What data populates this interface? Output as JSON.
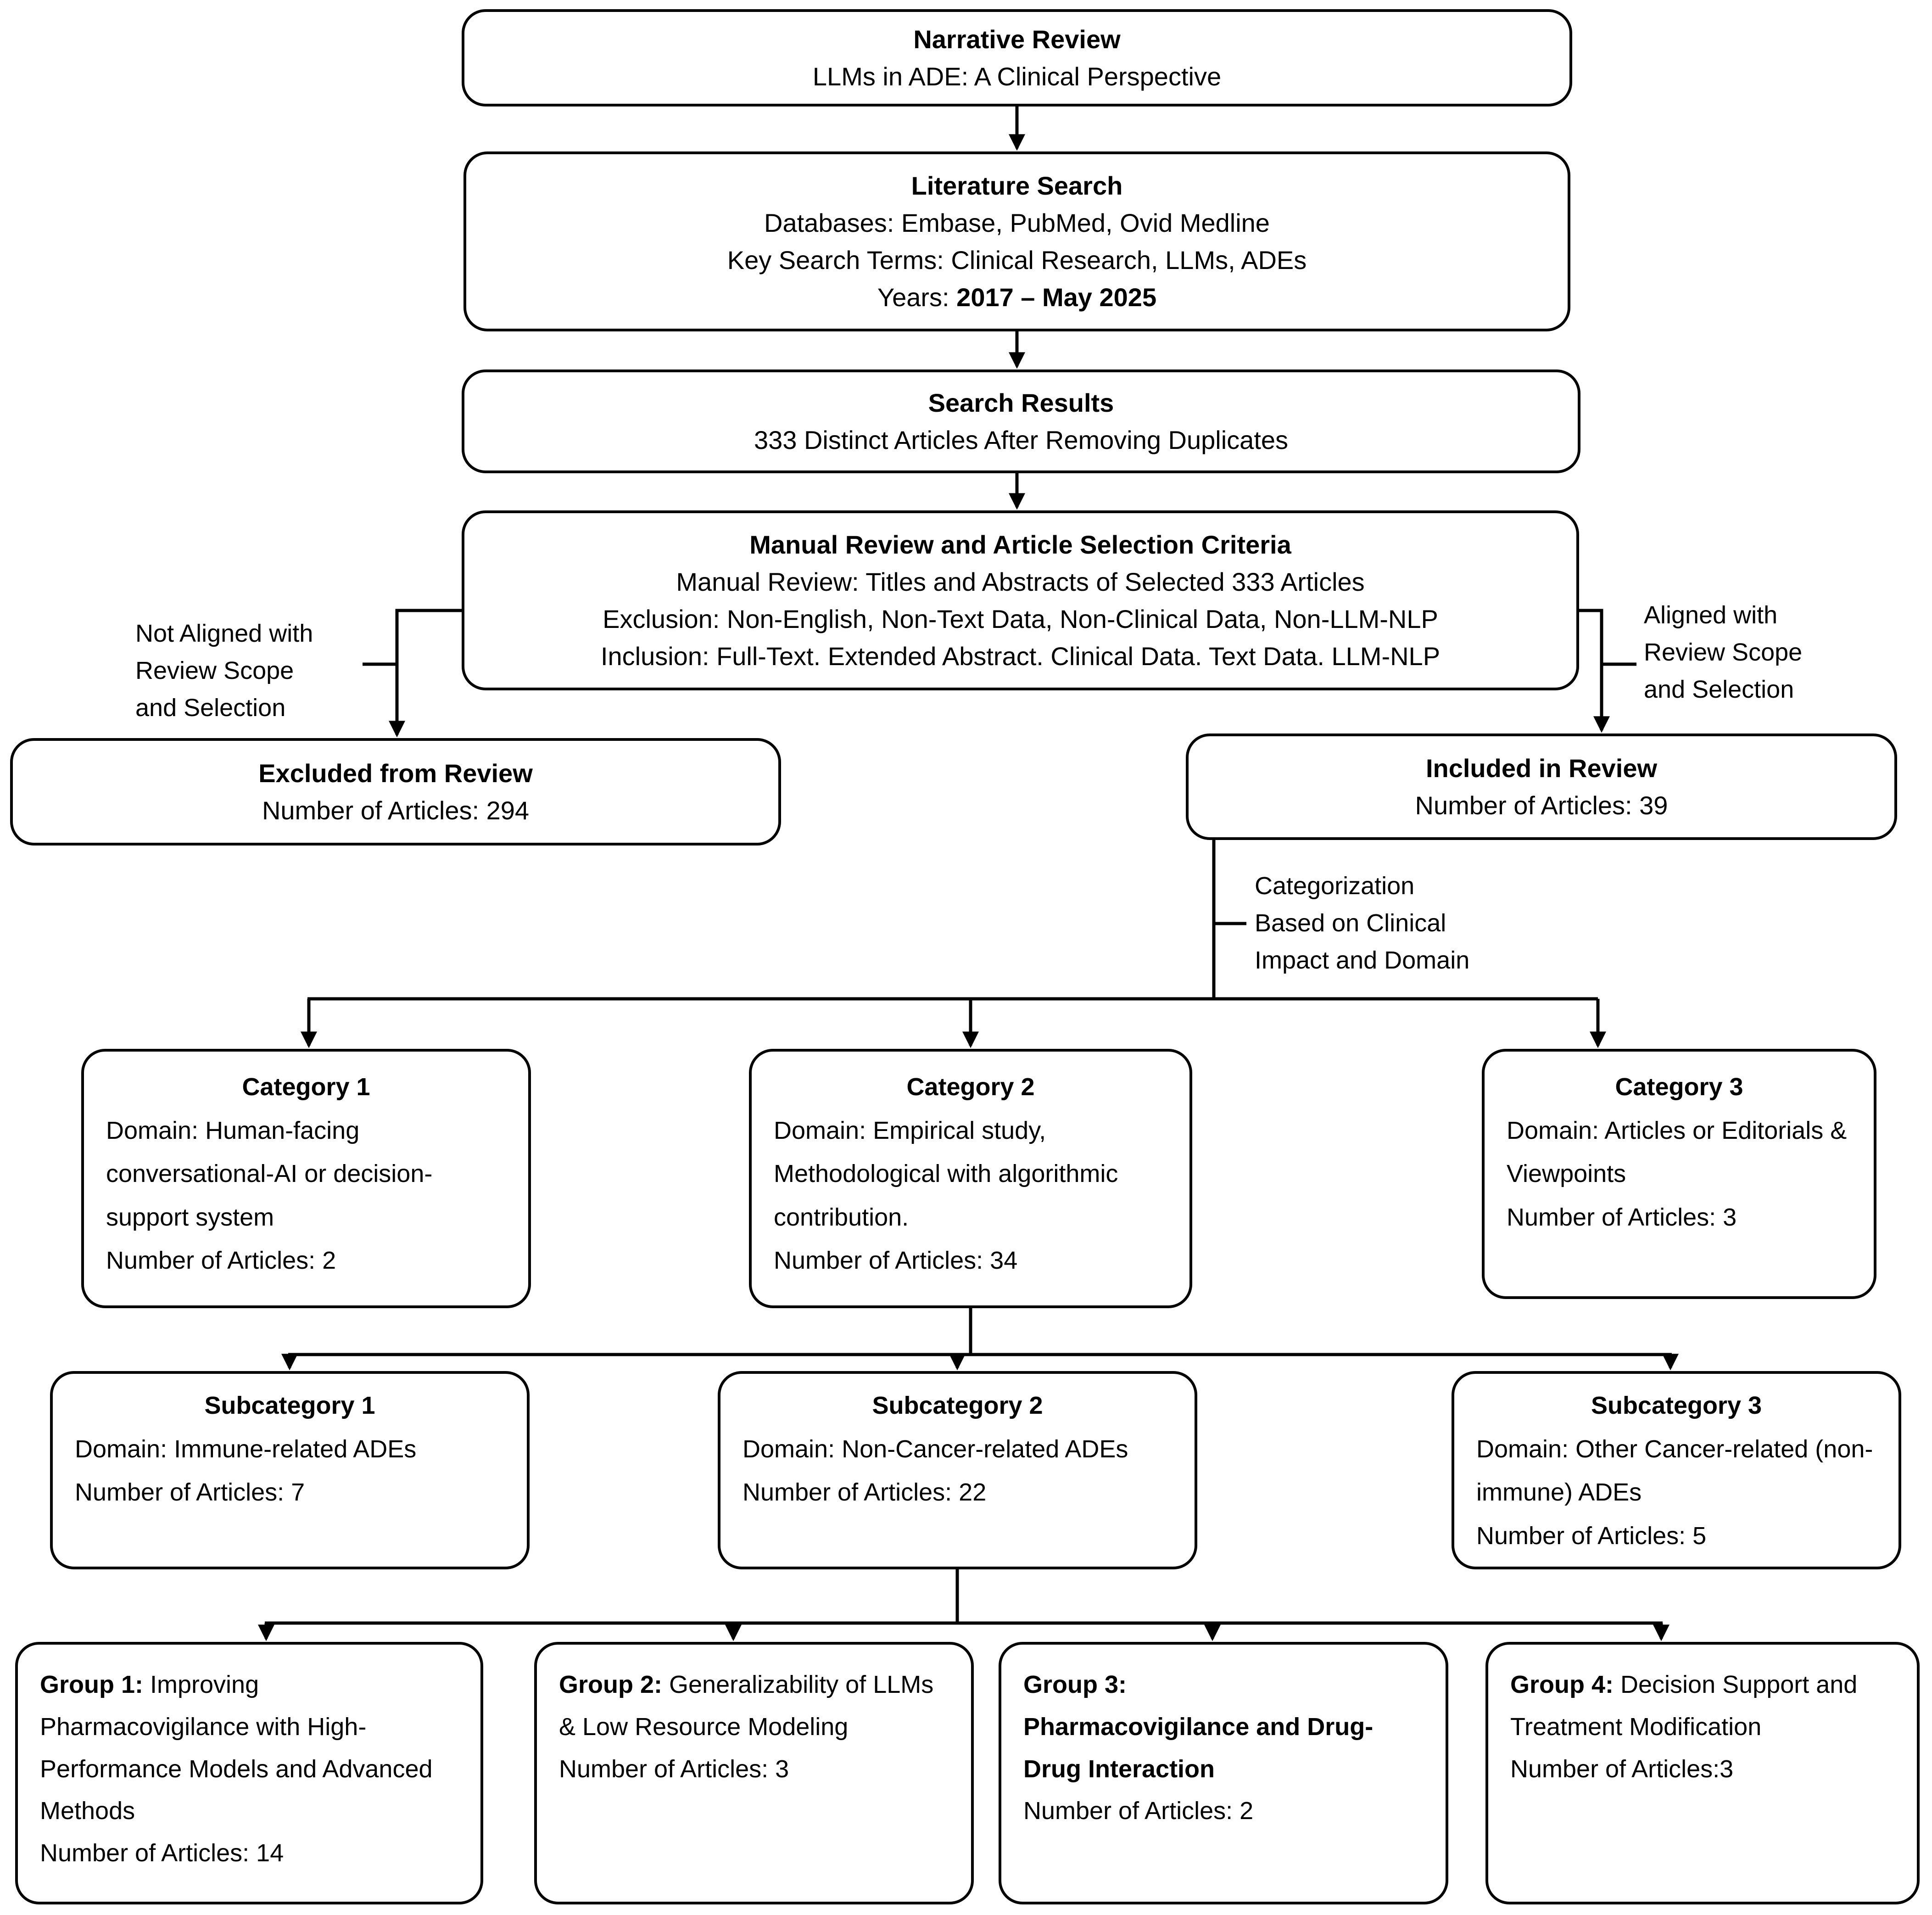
{
  "nodes": {
    "narrative": {
      "title": "Narrative Review",
      "subtitle": "LLMs in ADE: A Clinical Perspective"
    },
    "literature": {
      "title": "Literature Search",
      "databases": "Databases: Embase, PubMed, Ovid Medline",
      "terms": "Key Search Terms: Clinical Research, LLMs, ADEs",
      "years_label": "Years: ",
      "years_value": "2017 – May 2025"
    },
    "search_results": {
      "title": "Search Results",
      "line": "333 Distinct Articles After Removing Duplicates"
    },
    "manual_review": {
      "title": "Manual Review and Article Selection Criteria",
      "line1": "Manual Review: Titles and Abstracts of Selected 333 Articles",
      "line2": "Exclusion: Non-English, Non-Text Data, Non-Clinical Data, Non-LLM-NLP",
      "line3": "Inclusion: Full-Text. Extended Abstract. Clinical Data. Text Data. LLM-NLP"
    },
    "excluded": {
      "title": "Excluded from Review",
      "count": "Number of Articles: 294"
    },
    "included": {
      "title": "Included in Review",
      "count": "Number of Articles: 39"
    }
  },
  "edge_labels": {
    "not_aligned": "Not Aligned with\nReview Scope\nand Selection",
    "aligned": "Aligned with\nReview Scope\nand Selection",
    "categorization": "Categorization\nBased on Clinical\nImpact and Domain"
  },
  "categories": [
    {
      "title": "Category 1",
      "domain": "Domain: Human-facing conversational-AI or decision-support system",
      "count": "Number of Articles: 2"
    },
    {
      "title": "Category 2",
      "domain": "Domain: Empirical study, Methodological with algorithmic contribution.",
      "count": "Number of Articles: 34"
    },
    {
      "title": "Category 3",
      "domain": "Domain: Articles or Editorials & Viewpoints",
      "count": "Number of Articles: 3"
    }
  ],
  "subcategories": [
    {
      "title": "Subcategory 1",
      "domain": "Domain: Immune-related ADEs",
      "count": "Number of Articles: 7"
    },
    {
      "title": "Subcategory 2",
      "domain": "Domain: Non-Cancer-related ADEs",
      "count": "Number of Articles: 22"
    },
    {
      "title": "Subcategory 3",
      "domain": "Domain: Other Cancer-related (non-immune) ADEs",
      "count": "Number of Articles: 5"
    }
  ],
  "groups": [
    {
      "label": "Group 1:",
      "title": "Improving Pharmacovigilance with High-Performance Models and Advanced Methods",
      "count": "Number of Articles: 14"
    },
    {
      "label": "Group 2:",
      "title": "Generalizability of LLMs & Low Resource Modeling",
      "count": "Number of Articles: 3"
    },
    {
      "label": "Group 3:",
      "title": "Pharmacovigilance and Drug-Drug Interaction",
      "count": "Number of Articles: 2"
    },
    {
      "label": "Group 4:",
      "title": "Decision Support and Treatment Modification",
      "count": "Number of Articles:3"
    }
  ]
}
